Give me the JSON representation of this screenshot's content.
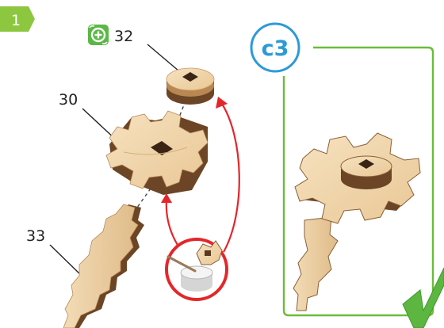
{
  "step": {
    "number": "1"
  },
  "parts": [
    {
      "id": "part-32",
      "label": "32"
    },
    {
      "id": "part-30",
      "label": "30"
    },
    {
      "id": "part-33",
      "label": "33"
    }
  ],
  "detail": {
    "badge": "c3"
  },
  "icons": {
    "add-part": "add-part-icon",
    "glue-pot": "glue-pot-icon",
    "check": "check-mark-icon"
  },
  "colors": {
    "step_green": "#8dc63f",
    "badge_blue": "#2d9ad8",
    "frame_green": "#6dbb3a",
    "check_green": "#5db640",
    "arrow_red": "#e4262a",
    "wood_light": "#f1d7ae",
    "wood_mid": "#e6c393",
    "wood_dark": "#6b4526"
  }
}
